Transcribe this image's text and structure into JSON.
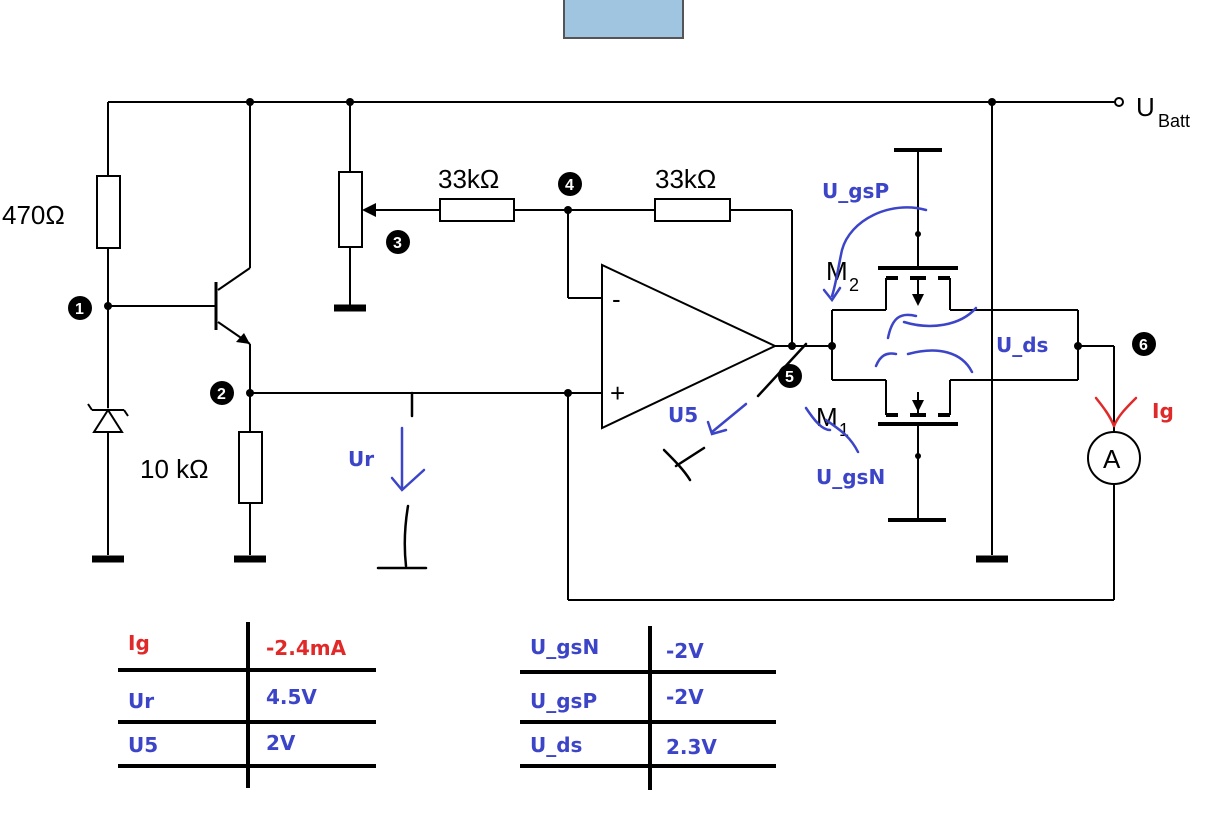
{
  "labels": {
    "r_470": "470Ω",
    "r_10k": "10 kΩ",
    "r_33k_a": "33kΩ",
    "r_33k_b": "33kΩ",
    "u_batt_main": "U",
    "u_batt_sub": "Batt",
    "opamp_minus": "-",
    "opamp_plus": "+",
    "m2_main": "M",
    "m2_sub": "2",
    "m1_main": "M",
    "m1_sub": "1",
    "ammeter": "A"
  },
  "nodes": [
    "1",
    "2",
    "3",
    "4",
    "5",
    "6"
  ],
  "annotations": {
    "u_gsp": "U_gsP",
    "u_gsn": "U_gsN",
    "u_ds": "U_ds",
    "u5": "U5",
    "ur": "Ur",
    "ig": "Ig"
  },
  "table_left": {
    "rows": [
      {
        "name": "Ig",
        "value": "-2.4mA"
      },
      {
        "name": "Ur",
        "value": "4.5V"
      },
      {
        "name": "U5",
        "value": "2V"
      }
    ]
  },
  "table_right": {
    "rows": [
      {
        "name": "U_gsN",
        "value": "-2V"
      },
      {
        "name": "U_gsP",
        "value": "-2V"
      },
      {
        "name": "U_ds",
        "value": "2.3V"
      }
    ]
  },
  "colors": {
    "ink": "#000000",
    "annotation_blue": "#3c44c8",
    "annotation_red": "#e02a2a",
    "top_box": "#9fc5e0"
  }
}
